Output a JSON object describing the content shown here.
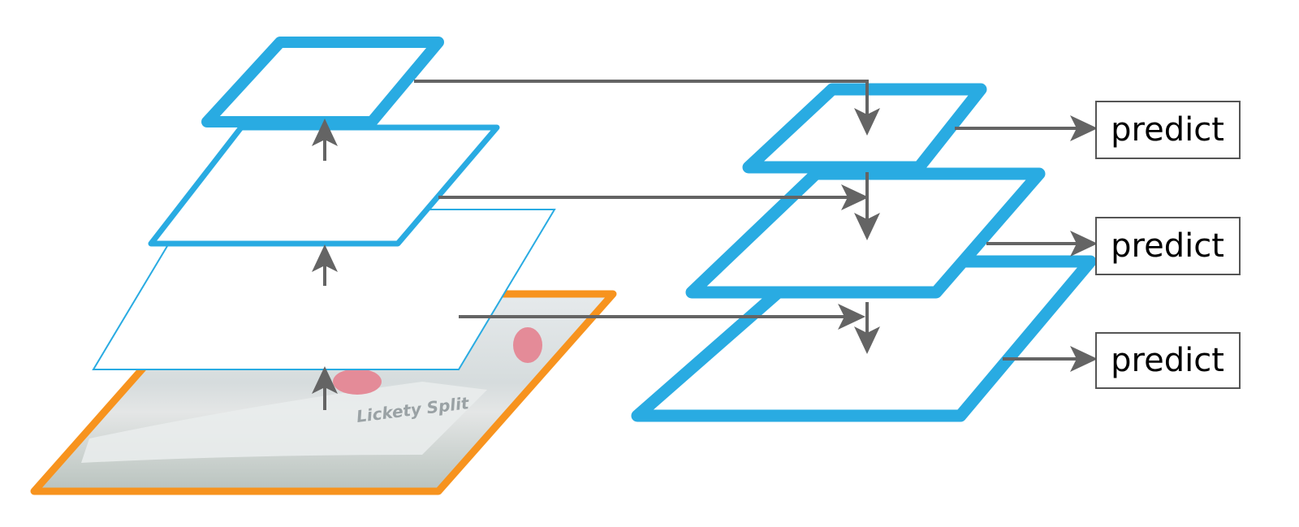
{
  "colors": {
    "feature_map": "#29abe2",
    "image_border": "#f7931e",
    "arrow": "#646464",
    "image_fill": "#c9d0cf"
  },
  "predict_boxes": [
    {
      "label": "predict"
    },
    {
      "label": "predict"
    },
    {
      "label": "predict"
    }
  ],
  "image_text": "Lickety Split"
}
